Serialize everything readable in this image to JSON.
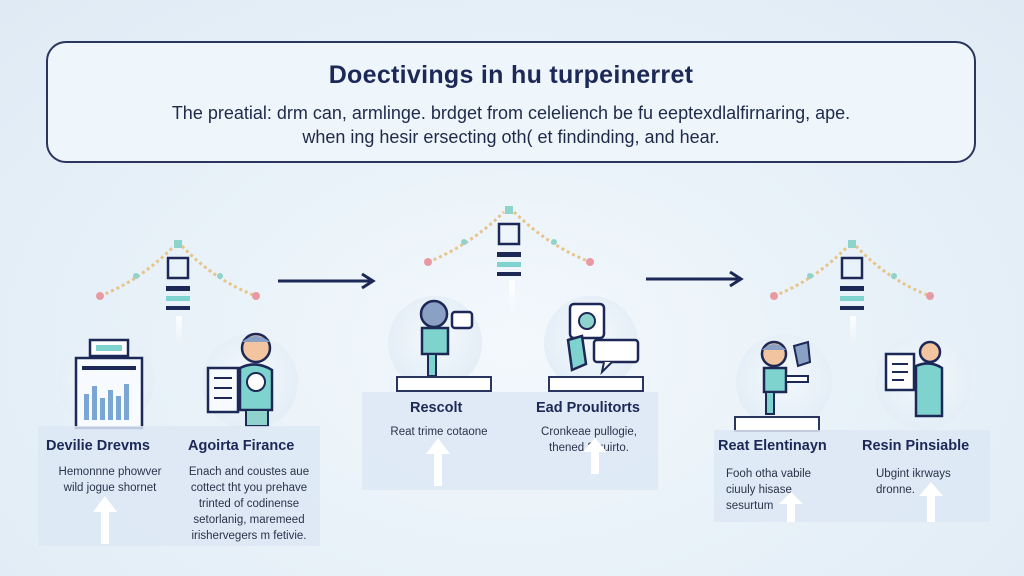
{
  "header": {
    "title": "Doectivings in hu turpeinerret",
    "subtitle_line_1": "The preatial: drm can, armlinge. brdget from celeliench be fu eeptexdlalfirnaring, ape.",
    "subtitle_line_2": "when ing hesir ersecting oth( et findinding, and hear."
  },
  "stages": [
    {
      "id": "left",
      "cards": [
        {
          "title": "Devilie Drevms",
          "description": "Hemonnne phowver\nwild jogue shornet"
        },
        {
          "title": "Agoirta Firance",
          "description": "Enach and coustes aue\ncottect tht you prehave\ntrinted of codinense\nsetorlanig, maremeed\nirishervegers m fetivie."
        }
      ]
    },
    {
      "id": "middle",
      "cards": [
        {
          "title": "Rescolt",
          "description": "Reat trime cotaone"
        },
        {
          "title": "Ead Proulitorts",
          "description": "Cronkeae pullogie,\nthened 3sruirto."
        }
      ]
    },
    {
      "id": "right",
      "cards": [
        {
          "title": "Reat Elentinayn",
          "description": "Fooh otha vabile\nciuuly hisase\nsesurtum"
        },
        {
          "title": "Resin Pinsiable",
          "description": "Ubgint ikrways\ndronne."
        }
      ]
    }
  ],
  "colors": {
    "navy": "#1c2856",
    "teal": "#7fd3cf",
    "background": "#e8f2fa"
  }
}
